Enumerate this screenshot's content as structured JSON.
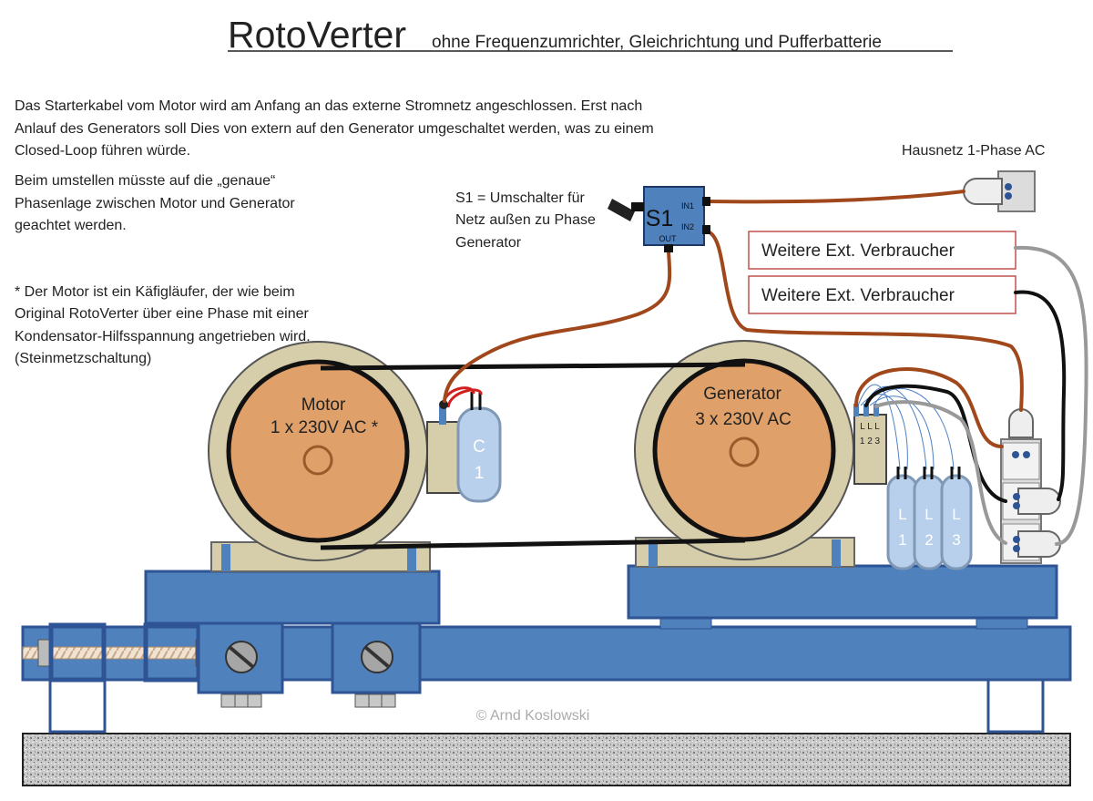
{
  "title": {
    "main": "RotoVerter",
    "subtitle": "ohne Frequenzumrichter, Gleichrichtung und Pufferbatterie"
  },
  "paragraphs": {
    "intro": [
      "Das Starterkabel vom Motor wird am Anfang an das externe Stromnetz angeschlossen. Erst nach",
      "Anlauf des Generators soll Dies von extern auf den Generator umgeschaltet werden, was zu einem",
      "Closed-Loop führen würde."
    ],
    "phase": [
      "Beim umstellen müsste auf die „genaue“",
      "Phasenlage zwischen Motor und Generator",
      "geachtet werden."
    ],
    "motor_note": [
      "* Der Motor ist ein Käfigläufer, der wie beim",
      "Original RotoVerter über eine Phase mit einer",
      "Kondensator-Hilfsspannung angetrieben wird.",
      "(Steinmetzschaltung)"
    ]
  },
  "switch": {
    "label": "S1",
    "in1": "IN1",
    "in2": "IN2",
    "out": "OUT",
    "description": [
      "S1 = Umschalter für",
      "Netz außen zu Phase",
      "Generator"
    ]
  },
  "grid_label": "Hausnetz 1-Phase AC",
  "loads": [
    "Weitere Ext. Verbraucher",
    "Weitere Ext. Verbraucher"
  ],
  "motor": {
    "name": "Motor",
    "spec": "1 x 230V AC *"
  },
  "generator": {
    "name": "Generator",
    "spec": "3 x 230V AC"
  },
  "capacitor": {
    "letter": "C",
    "number": "1"
  },
  "terminal": {
    "top": "L L L",
    "bottom": "1 2 3"
  },
  "loads_caps": [
    {
      "letter": "L",
      "number": "1"
    },
    {
      "letter": "L",
      "number": "2"
    },
    {
      "letter": "L",
      "number": "3"
    }
  ],
  "copyright": "© Arnd Koslowski",
  "colors": {
    "frame": "#4f81bd",
    "rotor": "#e0a069",
    "housing": "#d6cdaa",
    "wire_phase": "#a0481c",
    "capacitor": "#b8d0ec",
    "load_border": "#c0504d"
  }
}
